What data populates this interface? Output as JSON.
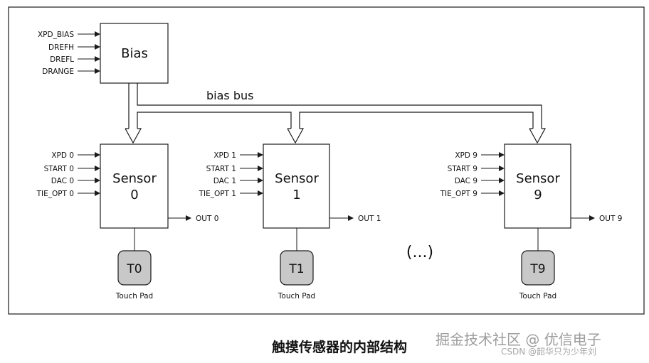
{
  "bias": {
    "title": "Bias",
    "inputs": [
      "XPD_BIAS",
      "DREFH",
      "DREFL",
      "DRANGE"
    ]
  },
  "bus_label": "bias bus",
  "sensors": [
    {
      "title": "Sensor",
      "index": "0",
      "inputs": [
        "XPD 0",
        "START 0",
        "DAC 0",
        "TIE_OPT 0"
      ],
      "output": "OUT 0",
      "pad": "T0",
      "pad_label": "Touch Pad"
    },
    {
      "title": "Sensor",
      "index": "1",
      "inputs": [
        "XPD 1",
        "START 1",
        "DAC 1",
        "TIE_OPT 1"
      ],
      "output": "OUT 1",
      "pad": "T1",
      "pad_label": "Touch Pad"
    },
    {
      "title": "Sensor",
      "index": "9",
      "inputs": [
        "XPD 9",
        "START 9",
        "DAC 9",
        "TIE_OPT 9"
      ],
      "output": "OUT 9",
      "pad": "T9",
      "pad_label": "Touch Pad"
    }
  ],
  "ellipsis": "(...)",
  "caption": "触摸传感器的内部结构",
  "watermark": {
    "main": "掘金技术社区 @ 优信电子",
    "sub": "CSDN @韶华只为少年刘"
  },
  "colors": {
    "line": "#1a1a1a",
    "pad_fill": "#c8c8c8",
    "background": "#ffffff"
  }
}
